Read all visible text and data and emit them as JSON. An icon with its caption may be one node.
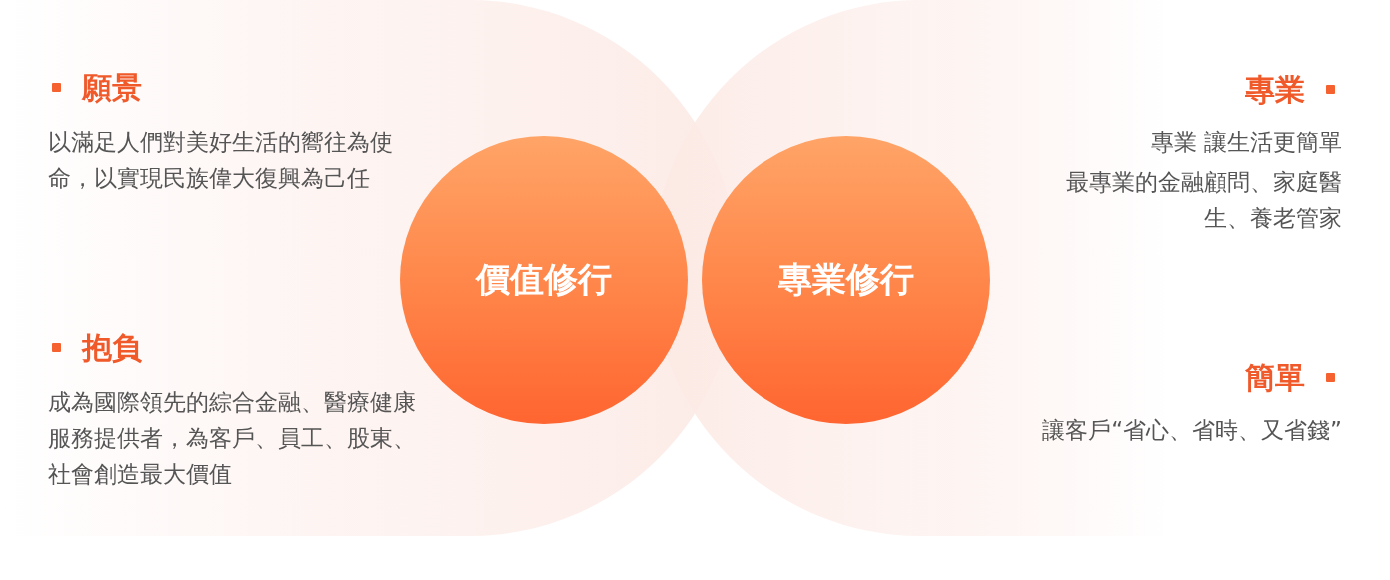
{
  "diagram": {
    "nodes": [
      {
        "text": [
          "價值修行"
        ]
      },
      {
        "text": [
          "專業修行"
        ]
      }
    ],
    "labels": [
      "願景",
      "以滿足人們對美好生活的嚮往為使命，以實現民族偉大復興為己任",
      "抱負",
      "成為國際領先的綜合金融、醫療健康服務提供者，為客戶、員工、股東、社會創造最大價值",
      "專業",
      "專業 讓生活更簡單",
      "最專業的金融顧問、家庭醫生、養老管家",
      "簡單",
      "讓客戶“省心、省時、又省錢”"
    ]
  }
}
